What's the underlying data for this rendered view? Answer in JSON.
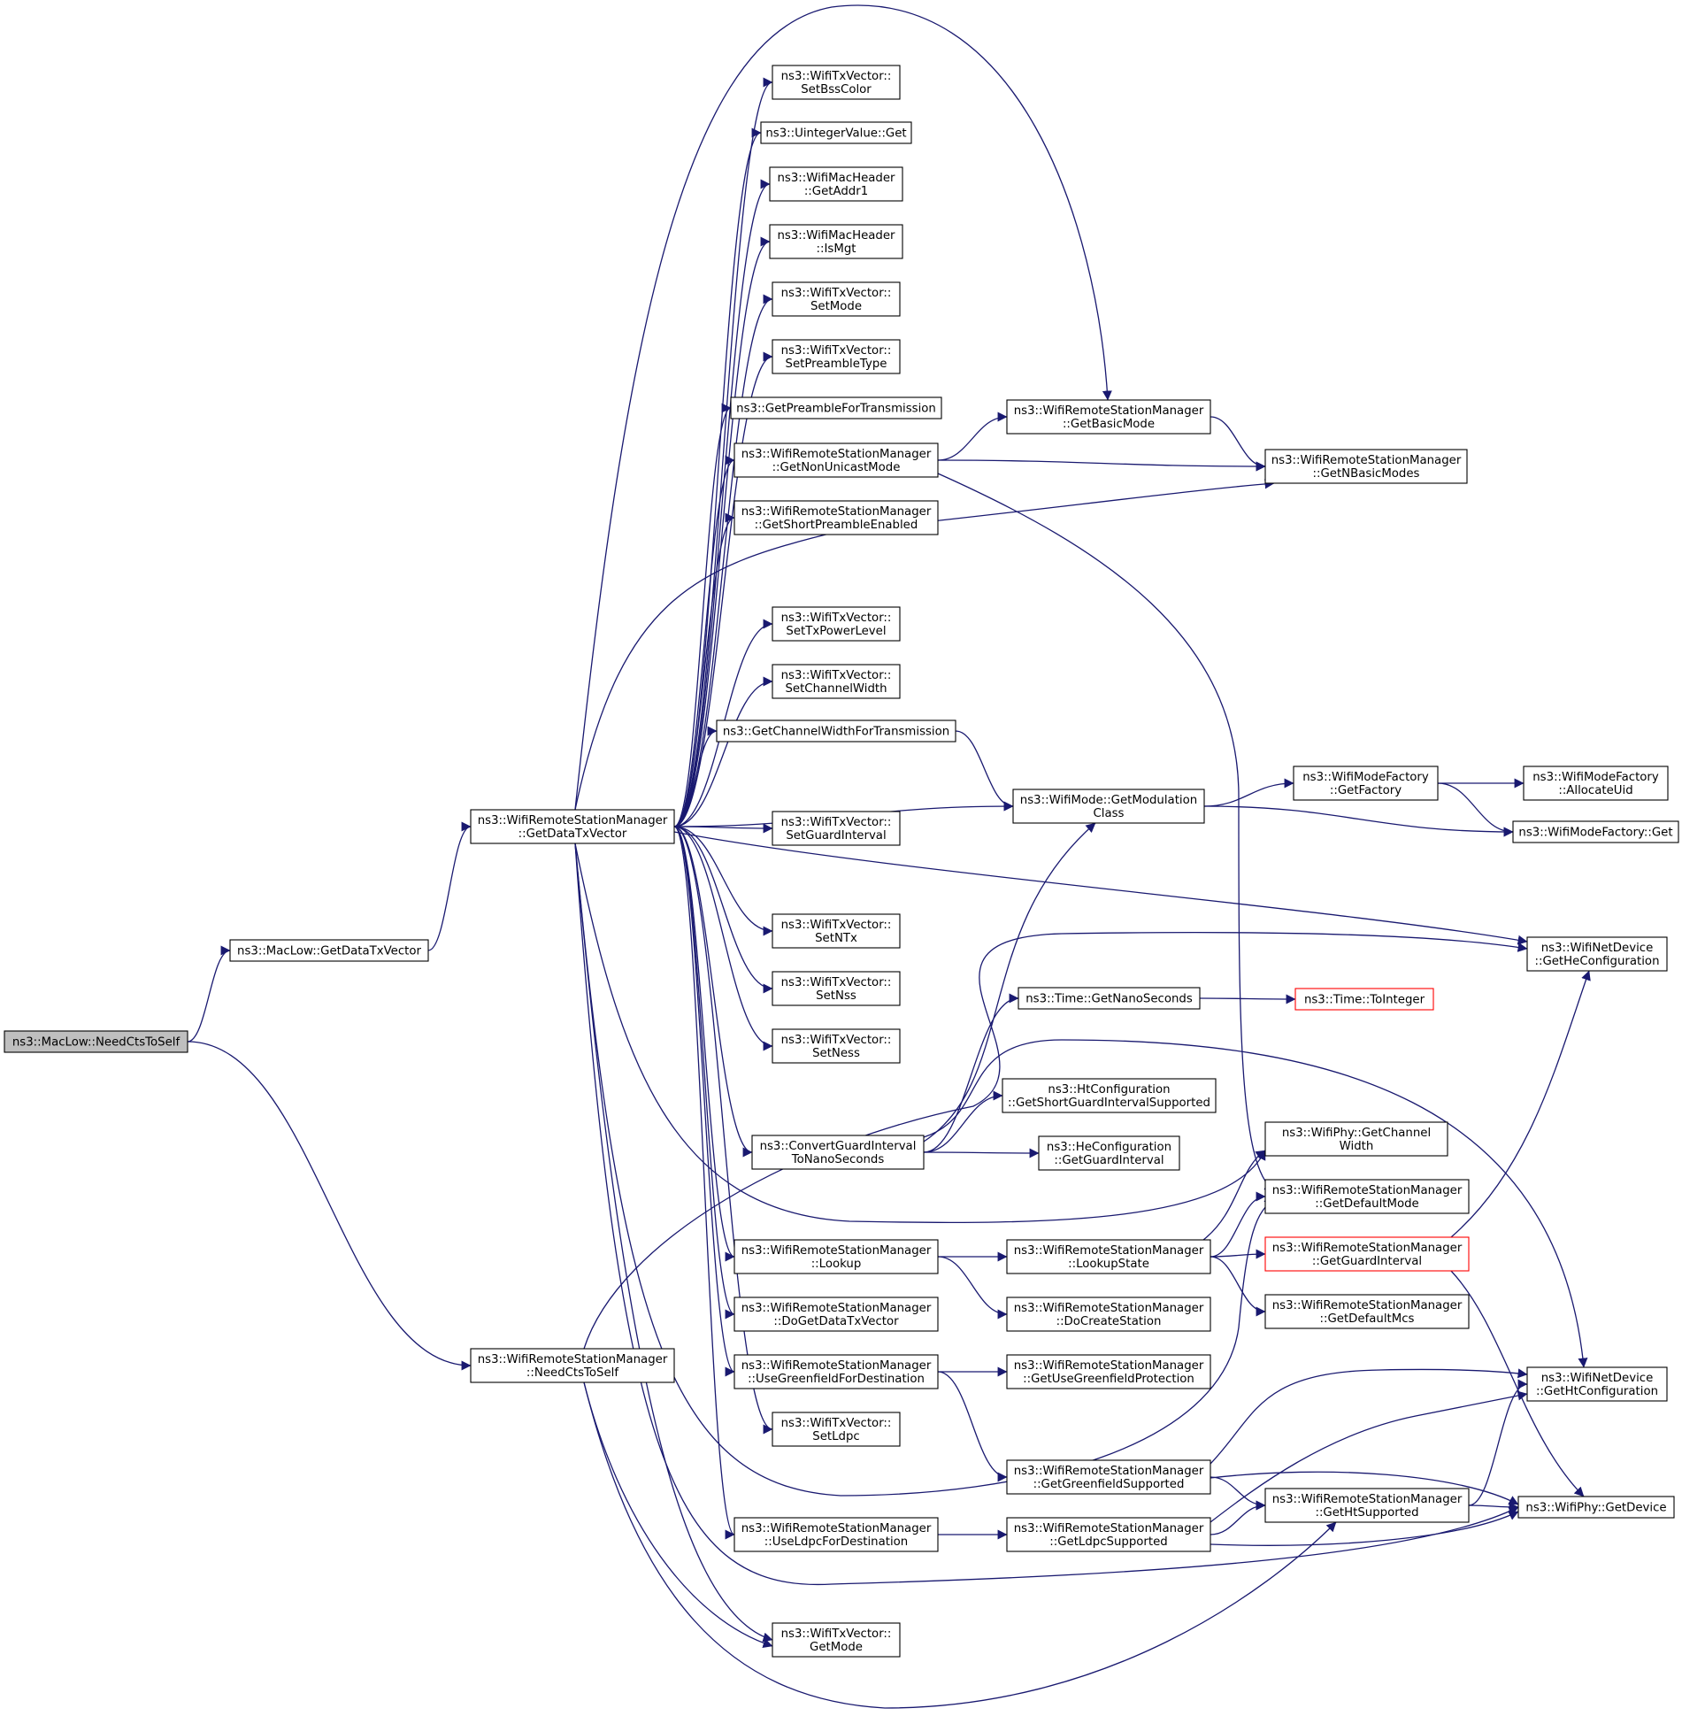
{
  "colors": {
    "edge": "#191970",
    "node_border": "#000000",
    "node_fill": "#ffffff",
    "root_fill": "#bfbfbf",
    "truncated_border": "#ff0000"
  },
  "nodes": [
    {
      "id": "root",
      "label": [
        "ns3::MacLow::NeedCtsToSelf"
      ],
      "root": true
    },
    {
      "id": "maclow_getdatatxvector",
      "label": [
        "ns3::MacLow::GetDataTxVector"
      ]
    },
    {
      "id": "wrsm_getdatatxvector",
      "label": [
        "ns3::WifiRemoteStationManager",
        "::GetDataTxVector"
      ]
    },
    {
      "id": "wrsm_needctstoself",
      "label": [
        "ns3::WifiRemoteStationManager",
        "::NeedCtsToSelf"
      ]
    },
    {
      "id": "txv_setbsscolor",
      "label": [
        "ns3::WifiTxVector::",
        "SetBssColor"
      ]
    },
    {
      "id": "uintegervalue_get",
      "label": [
        "ns3::UintegerValue::Get"
      ]
    },
    {
      "id": "machdr_getaddr1",
      "label": [
        "ns3::WifiMacHeader",
        "::GetAddr1"
      ]
    },
    {
      "id": "machdr_ismgt",
      "label": [
        "ns3::WifiMacHeader",
        "::IsMgt"
      ]
    },
    {
      "id": "txv_setmode",
      "label": [
        "ns3::WifiTxVector::",
        "SetMode"
      ]
    },
    {
      "id": "txv_setpreambletype",
      "label": [
        "ns3::WifiTxVector::",
        "SetPreambleType"
      ]
    },
    {
      "id": "getpreamblefortransmission",
      "label": [
        "ns3::GetPreambleForTransmission"
      ]
    },
    {
      "id": "wrsm_getnonunicastmode",
      "label": [
        "ns3::WifiRemoteStationManager",
        "::GetNonUnicastMode"
      ]
    },
    {
      "id": "wrsm_getshortpreambleenabled",
      "label": [
        "ns3::WifiRemoteStationManager",
        "::GetShortPreambleEnabled"
      ]
    },
    {
      "id": "txv_settxpowerlevel",
      "label": [
        "ns3::WifiTxVector::",
        "SetTxPowerLevel"
      ]
    },
    {
      "id": "txv_setchannelwidth",
      "label": [
        "ns3::WifiTxVector::",
        "SetChannelWidth"
      ]
    },
    {
      "id": "getchannelwidthfortransmission",
      "label": [
        "ns3::GetChannelWidthForTransmission"
      ]
    },
    {
      "id": "txv_setguardinterval",
      "label": [
        "ns3::WifiTxVector::",
        "SetGuardInterval"
      ]
    },
    {
      "id": "txv_setntx",
      "label": [
        "ns3::WifiTxVector::",
        "SetNTx"
      ]
    },
    {
      "id": "txv_setnss",
      "label": [
        "ns3::WifiTxVector::",
        "SetNss"
      ]
    },
    {
      "id": "txv_setness",
      "label": [
        "ns3::WifiTxVector::",
        "SetNess"
      ]
    },
    {
      "id": "convertguardinterval",
      "label": [
        "ns3::ConvertGuardInterval",
        "ToNanoSeconds"
      ]
    },
    {
      "id": "wrsm_lookup",
      "label": [
        "ns3::WifiRemoteStationManager",
        "::Lookup"
      ]
    },
    {
      "id": "wrsm_dogetdatatxvector",
      "label": [
        "ns3::WifiRemoteStationManager",
        "::DoGetDataTxVector"
      ]
    },
    {
      "id": "wrsm_usegreenfieldfordestination",
      "label": [
        "ns3::WifiRemoteStationManager",
        "::UseGreenfieldForDestination"
      ]
    },
    {
      "id": "txv_setldpc",
      "label": [
        "ns3::WifiTxVector::",
        "SetLdpc"
      ]
    },
    {
      "id": "wrsm_useldpcfordestination",
      "label": [
        "ns3::WifiRemoteStationManager",
        "::UseLdpcForDestination"
      ]
    },
    {
      "id": "txv_getmode",
      "label": [
        "ns3::WifiTxVector::",
        "GetMode"
      ]
    },
    {
      "id": "wrsm_getbasicmode",
      "label": [
        "ns3::WifiRemoteStationManager",
        "::GetBasicMode"
      ]
    },
    {
      "id": "wifimode_getmodulationclass",
      "label": [
        "ns3::WifiMode::GetModulation",
        "Class"
      ]
    },
    {
      "id": "time_getnanoseconds",
      "label": [
        "ns3::Time::GetNanoSeconds"
      ]
    },
    {
      "id": "htconf_getsgisupported",
      "label": [
        "ns3::HtConfiguration",
        "::GetShortGuardIntervalSupported"
      ]
    },
    {
      "id": "heconf_getguardinterval",
      "label": [
        "ns3::HeConfiguration",
        "::GetGuardInterval"
      ]
    },
    {
      "id": "wrsm_lookupstate",
      "label": [
        "ns3::WifiRemoteStationManager",
        "::LookupState"
      ]
    },
    {
      "id": "wrsm_docreatestation",
      "label": [
        "ns3::WifiRemoteStationManager",
        "::DoCreateStation"
      ]
    },
    {
      "id": "wrsm_getusegreenfieldprotection",
      "label": [
        "ns3::WifiRemoteStationManager",
        "::GetUseGreenfieldProtection"
      ]
    },
    {
      "id": "wrsm_getgreenfieldsupported",
      "label": [
        "ns3::WifiRemoteStationManager",
        "::GetGreenfieldSupported"
      ]
    },
    {
      "id": "wrsm_getldpcsupported",
      "label": [
        "ns3::WifiRemoteStationManager",
        "::GetLdpcSupported"
      ]
    },
    {
      "id": "wrsm_getnbasicmodes",
      "label": [
        "ns3::WifiRemoteStationManager",
        "::GetNBasicModes"
      ]
    },
    {
      "id": "wifimodefactory_getfactory",
      "label": [
        "ns3::WifiModeFactory",
        "::GetFactory"
      ]
    },
    {
      "id": "time_tointeger",
      "label": [
        "ns3::Time::ToInteger"
      ],
      "truncated": true
    },
    {
      "id": "wifiphy_getchannelwidth",
      "label": [
        "ns3::WifiPhy::GetChannel",
        "Width"
      ]
    },
    {
      "id": "wrsm_getdefaultmode",
      "label": [
        "ns3::WifiRemoteStationManager",
        "::GetDefaultMode"
      ]
    },
    {
      "id": "wrsm_getguardinterval",
      "label": [
        "ns3::WifiRemoteStationManager",
        "::GetGuardInterval"
      ],
      "truncated": true
    },
    {
      "id": "wrsm_getdefaultmcs",
      "label": [
        "ns3::WifiRemoteStationManager",
        "::GetDefaultMcs"
      ]
    },
    {
      "id": "wrsm_gethtsupported",
      "label": [
        "ns3::WifiRemoteStationManager",
        "::GetHtSupported"
      ]
    },
    {
      "id": "wifimodefactory_allocateuid",
      "label": [
        "ns3::WifiModeFactory",
        "::AllocateUid"
      ]
    },
    {
      "id": "wifimodefactory_get",
      "label": [
        "ns3::WifiModeFactory::Get"
      ]
    },
    {
      "id": "netdevice_getheconfiguration",
      "label": [
        "ns3::WifiNetDevice",
        "::GetHeConfiguration"
      ]
    },
    {
      "id": "netdevice_gethtconfiguration",
      "label": [
        "ns3::WifiNetDevice",
        "::GetHtConfiguration"
      ]
    },
    {
      "id": "wifiphy_getdevice",
      "label": [
        "ns3::WifiPhy::GetDevice"
      ]
    }
  ],
  "edges": [
    [
      "root",
      "maclow_getdatatxvector"
    ],
    [
      "root",
      "wrsm_needctstoself"
    ],
    [
      "maclow_getdatatxvector",
      "wrsm_getdatatxvector"
    ],
    [
      "wrsm_getdatatxvector",
      "txv_setbsscolor"
    ],
    [
      "wrsm_getdatatxvector",
      "uintegervalue_get"
    ],
    [
      "wrsm_getdatatxvector",
      "machdr_getaddr1"
    ],
    [
      "wrsm_getdatatxvector",
      "machdr_ismgt"
    ],
    [
      "wrsm_getdatatxvector",
      "txv_setmode"
    ],
    [
      "wrsm_getdatatxvector",
      "txv_setpreambletype"
    ],
    [
      "wrsm_getdatatxvector",
      "getpreamblefortransmission"
    ],
    [
      "wrsm_getdatatxvector",
      "wrsm_getnonunicastmode"
    ],
    [
      "wrsm_getdatatxvector",
      "wrsm_getshortpreambleenabled"
    ],
    [
      "wrsm_getdatatxvector",
      "wrsm_getbasicmode"
    ],
    [
      "wrsm_getdatatxvector",
      "wrsm_getnbasicmodes"
    ],
    [
      "wrsm_getdatatxvector",
      "txv_settxpowerlevel"
    ],
    [
      "wrsm_getdatatxvector",
      "txv_setchannelwidth"
    ],
    [
      "wrsm_getdatatxvector",
      "getchannelwidthfortransmission"
    ],
    [
      "wrsm_getdatatxvector",
      "wifimode_getmodulationclass"
    ],
    [
      "wrsm_getdatatxvector",
      "txv_setguardinterval"
    ],
    [
      "wrsm_getdatatxvector",
      "netdevice_getheconfiguration"
    ],
    [
      "wrsm_getdatatxvector",
      "txv_setntx"
    ],
    [
      "wrsm_getdatatxvector",
      "txv_setnss"
    ],
    [
      "wrsm_getdatatxvector",
      "txv_setness"
    ],
    [
      "wrsm_getdatatxvector",
      "convertguardinterval"
    ],
    [
      "wrsm_getdatatxvector",
      "wifiphy_getchannelwidth"
    ],
    [
      "wrsm_getdatatxvector",
      "wrsm_lookup"
    ],
    [
      "wrsm_getdatatxvector",
      "wrsm_dogetdatatxvector"
    ],
    [
      "wrsm_getdatatxvector",
      "wrsm_usegreenfieldfordestination"
    ],
    [
      "wrsm_getdatatxvector",
      "txv_setldpc"
    ],
    [
      "wrsm_getdatatxvector",
      "wrsm_getdefaultmode"
    ],
    [
      "wrsm_getdatatxvector",
      "wrsm_useldpcfordestination"
    ],
    [
      "wrsm_getdatatxvector",
      "wifiphy_getdevice"
    ],
    [
      "wrsm_getdatatxvector",
      "txv_getmode"
    ],
    [
      "wrsm_needctstoself",
      "netdevice_getheconfiguration"
    ],
    [
      "wrsm_needctstoself",
      "txv_getmode"
    ],
    [
      "wrsm_needctstoself",
      "wrsm_gethtsupported"
    ],
    [
      "wrsm_getnonunicastmode",
      "wrsm_getbasicmode"
    ],
    [
      "wrsm_getnonunicastmode",
      "wrsm_getnbasicmodes"
    ],
    [
      "wrsm_getnonunicastmode",
      "wrsm_getdefaultmode"
    ],
    [
      "wrsm_getbasicmode",
      "wrsm_getnbasicmodes"
    ],
    [
      "getchannelwidthfortransmission",
      "wifimode_getmodulationclass"
    ],
    [
      "wifimode_getmodulationclass",
      "wifimodefactory_getfactory"
    ],
    [
      "wifimode_getmodulationclass",
      "wifimodefactory_get"
    ],
    [
      "wifimodefactory_getfactory",
      "wifimodefactory_allocateuid"
    ],
    [
      "wifimodefactory_getfactory",
      "wifimodefactory_get"
    ],
    [
      "convertguardinterval",
      "wifimode_getmodulationclass"
    ],
    [
      "convertguardinterval",
      "time_getnanoseconds"
    ],
    [
      "convertguardinterval",
      "netdevice_gethtconfiguration"
    ],
    [
      "convertguardinterval",
      "htconf_getsgisupported"
    ],
    [
      "convertguardinterval",
      "heconf_getguardinterval"
    ],
    [
      "time_getnanoseconds",
      "time_tointeger"
    ],
    [
      "wrsm_lookup",
      "wrsm_lookupstate"
    ],
    [
      "wrsm_lookup",
      "wrsm_docreatestation"
    ],
    [
      "wrsm_lookupstate",
      "wifiphy_getchannelwidth"
    ],
    [
      "wrsm_lookupstate",
      "wrsm_getdefaultmode"
    ],
    [
      "wrsm_lookupstate",
      "wrsm_getguardinterval"
    ],
    [
      "wrsm_lookupstate",
      "wrsm_getdefaultmcs"
    ],
    [
      "wrsm_getguardinterval",
      "netdevice_getheconfiguration"
    ],
    [
      "wrsm_getguardinterval",
      "wifiphy_getdevice"
    ],
    [
      "wrsm_usegreenfieldfordestination",
      "wrsm_getusegreenfieldprotection"
    ],
    [
      "wrsm_usegreenfieldfordestination",
      "wrsm_getgreenfieldsupported"
    ],
    [
      "wrsm_getgreenfieldsupported",
      "netdevice_gethtconfiguration"
    ],
    [
      "wrsm_getgreenfieldsupported",
      "wrsm_gethtsupported"
    ],
    [
      "wrsm_getgreenfieldsupported",
      "wifiphy_getdevice"
    ],
    [
      "wrsm_useldpcfordestination",
      "wrsm_getldpcsupported"
    ],
    [
      "wrsm_getldpcsupported",
      "netdevice_gethtconfiguration"
    ],
    [
      "wrsm_getldpcsupported",
      "wrsm_gethtsupported"
    ],
    [
      "wrsm_getldpcsupported",
      "wifiphy_getdevice"
    ],
    [
      "wrsm_gethtsupported",
      "netdevice_gethtconfiguration"
    ],
    [
      "wrsm_gethtsupported",
      "wifiphy_getdevice"
    ]
  ]
}
